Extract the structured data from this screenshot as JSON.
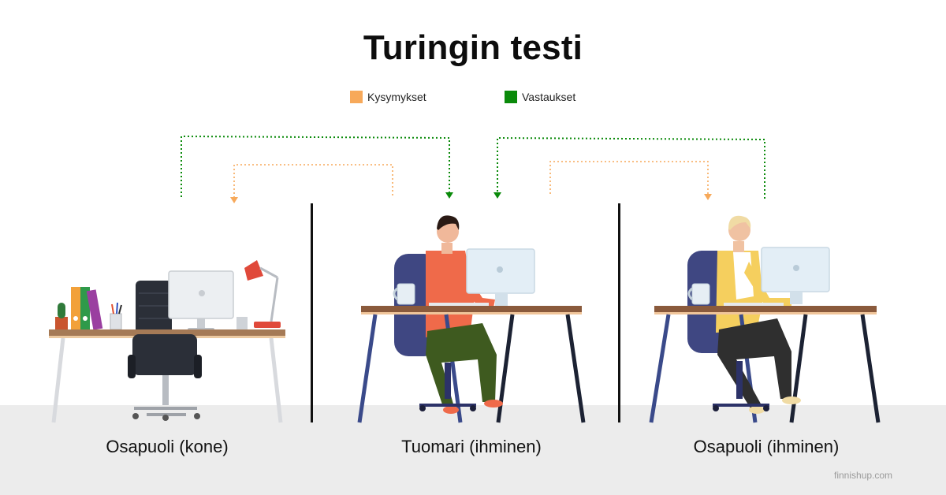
{
  "title": "Turingin testi",
  "legend": {
    "questions": {
      "label": "Kysymykset",
      "color": "#f7a95a"
    },
    "answers": {
      "label": "Vastaukset",
      "color": "#0a8a0a"
    }
  },
  "participants": [
    {
      "caption": "Osapuoli (kone)"
    },
    {
      "caption": "Tuomari (ihminen)"
    },
    {
      "caption": "Osapuoli (ihminen)"
    }
  ],
  "watermark": "finnishup.com",
  "colors": {
    "floor": "#ececec",
    "desk_top": "#8a5a3c",
    "desk_leg_blue": "#3a4a8a",
    "desk_leg_dark": "#1c2233",
    "chair": "#3f4782",
    "monitor": "#e3eef6",
    "judge_shirt": "#ef6a4a",
    "human_shirt": "#f5cf5e"
  }
}
